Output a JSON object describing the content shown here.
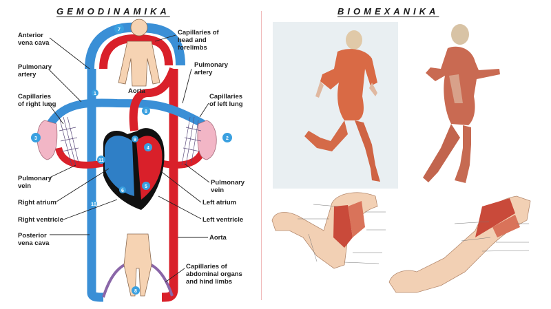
{
  "titles": {
    "left": "GEMODINAMIKA",
    "right": "BIOMEXANIKA"
  },
  "circulation": {
    "labels_left": [
      "Anterior",
      "vena cava",
      "Pulmonary",
      "artery",
      "Capillaries",
      "of right lung",
      "Pulmonary",
      "vein",
      "Right atrium",
      "Right ventricle",
      "Posterior",
      "vena cava"
    ],
    "labels_right": [
      "Capillaries of",
      "head and",
      "forelimbs",
      "Pulmonary",
      "artery",
      "Aorta",
      "Capillaries",
      "of left lung",
      "Pulmonary",
      "vein",
      "Left atrium",
      "Left ventricle",
      "Aorta",
      "Capillaries of",
      "abdominal organs",
      "and hind limbs"
    ],
    "step_numbers": [
      "7",
      "8",
      "3",
      "2",
      "9",
      "1",
      "4",
      "6",
      "11",
      "5",
      "10",
      "8"
    ]
  },
  "biomech": {
    "arm_labels": [
      "",
      "",
      "",
      "",
      "",
      "",
      "",
      "",
      "",
      "",
      "",
      "",
      "",
      ""
    ]
  }
}
